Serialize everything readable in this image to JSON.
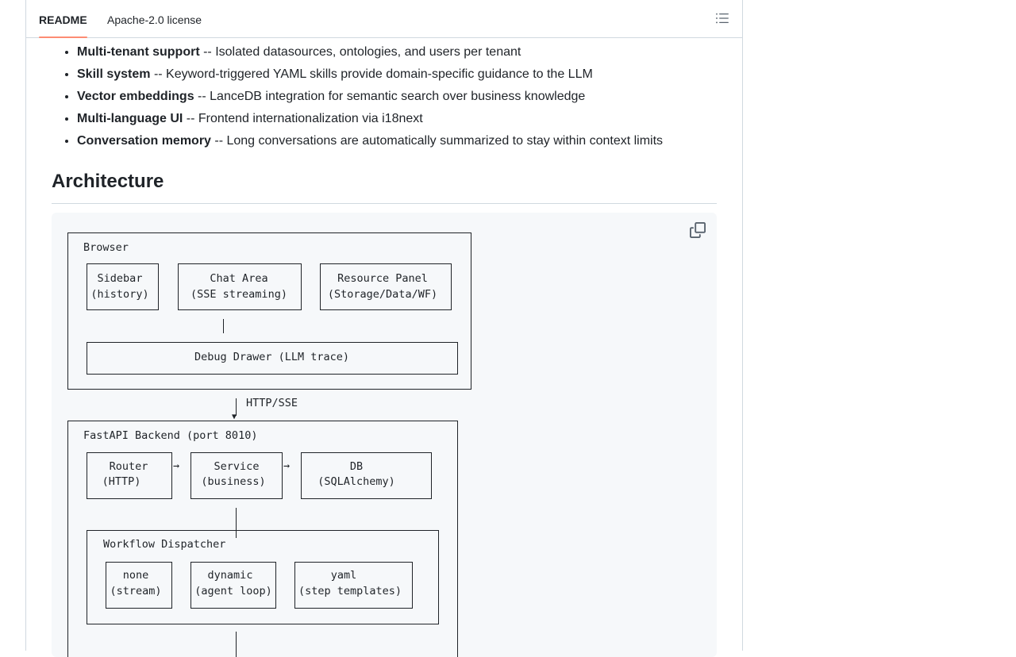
{
  "tabs": {
    "readme": "README",
    "license": "Apache-2.0 license"
  },
  "features": [
    {
      "title": "Multi-tenant support",
      "desc": " -- Isolated datasources, ontologies, and users per tenant"
    },
    {
      "title": "Skill system",
      "desc": " -- Keyword-triggered YAML skills provide domain-specific guidance to the LLM"
    },
    {
      "title": "Vector embeddings",
      "desc": " -- LanceDB integration for semantic search over business knowledge"
    },
    {
      "title": "Multi-language UI",
      "desc": " -- Frontend internationalization via i18next"
    },
    {
      "title": "Conversation memory",
      "desc": " -- Long conversations are automatically summarized to stay within context limits"
    }
  ],
  "architecture": {
    "heading": "Architecture",
    "browser": {
      "title": "Browser",
      "sidebar": [
        "Sidebar",
        "(history)"
      ],
      "chat": [
        "Chat Area",
        "(SSE streaming)"
      ],
      "resource": [
        "Resource Panel",
        "(Storage/Data/WF)"
      ],
      "debug": "Debug Drawer (LLM trace)"
    },
    "link_label": "HTTP/SSE",
    "arrow_down": "▼",
    "arrow_right": "→",
    "backend": {
      "title": "FastAPI Backend (port 8010)",
      "router": [
        "Router",
        "(HTTP)"
      ],
      "service": [
        "Service",
        "(business)"
      ],
      "db": [
        "DB",
        "(SQLAlchemy)"
      ],
      "dispatcher": {
        "title": "Workflow Dispatcher",
        "none": [
          "none",
          "(stream)"
        ],
        "dynamic": [
          "dynamic",
          "(agent loop)"
        ],
        "yaml": [
          "yaml",
          "(step templates)"
        ]
      }
    }
  },
  "icons": {
    "toc": "list-unordered-icon",
    "copy": "copy-icon"
  },
  "colors": {
    "tab_underline": "#fd8c73",
    "code_bg": "#f6f8fa",
    "border": "#d1d9e0",
    "text": "#1f2328"
  }
}
